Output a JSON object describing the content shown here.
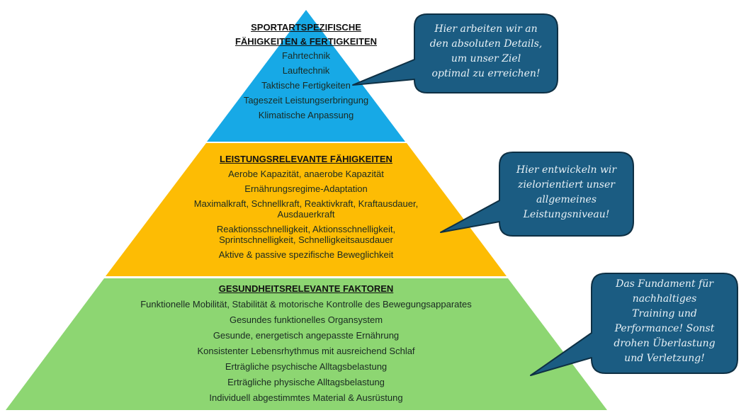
{
  "colors": {
    "top": "#17a9e6",
    "middle": "#fdbc04",
    "bottom": "#8dd672",
    "bubble": "#1b5c82",
    "bubble_border": "#0e3044"
  },
  "levels": [
    {
      "heading_lines": [
        "SPORTARTSPEZIFISCHE",
        "FÄHIGKEITEN & FERTIGKEITEN"
      ],
      "items": [
        "Fahrtechnik",
        "Lauftechnik",
        "Taktische Fertigkeiten",
        "Tageszeit Leistungserbringung",
        "Klimatische Anpassung"
      ]
    },
    {
      "heading": "LEISTUNGSRELEVANTE FÄHIGKEITEN",
      "items": [
        "Aerobe Kapazität, anaerobe Kapazität",
        "Ernährungsregime-Adaptation",
        "Maximalkraft, Schnellkraft, Reaktivkraft, Kraftausdauer, Ausdauerkraft",
        "Reaktionsschnelligkeit, Aktionsschnelligkeit, Sprintschnelligkeit, Schnelligkeitsausdauer",
        "Aktive & passive spezifische Beweglichkeit"
      ]
    },
    {
      "heading": "GESUNDHEITSRELEVANTE FAKTOREN",
      "items": [
        "Funktionelle Mobilität, Stabilität & motorische Kontrolle des Bewegungsapparates",
        "Gesundes funktionelles Organsystem",
        "Gesunde, energetisch angepasste Ernährung",
        "Konsistenter Lebensrhythmus mit ausreichend Schlaf",
        "Erträgliche psychische Alltagsbelastung",
        "Erträgliche physische Alltagsbelastung",
        "Individuell abgestimmtes Material & Ausrüstung"
      ]
    }
  ],
  "callouts": [
    {
      "lines": [
        "Hier arbeiten wir an",
        "den absoluten Details,",
        "um unser Ziel",
        "optimal zu erreichen!"
      ]
    },
    {
      "lines": [
        "Hier entwickeln wir",
        "zielorientiert unser",
        "allgemeines",
        "Leistungsniveau!"
      ]
    },
    {
      "lines": [
        "Das Fundament für",
        "nachhaltiges",
        "Training und",
        "Performance! Sonst",
        "drohen Überlastung",
        "und Verletzung!"
      ]
    }
  ]
}
